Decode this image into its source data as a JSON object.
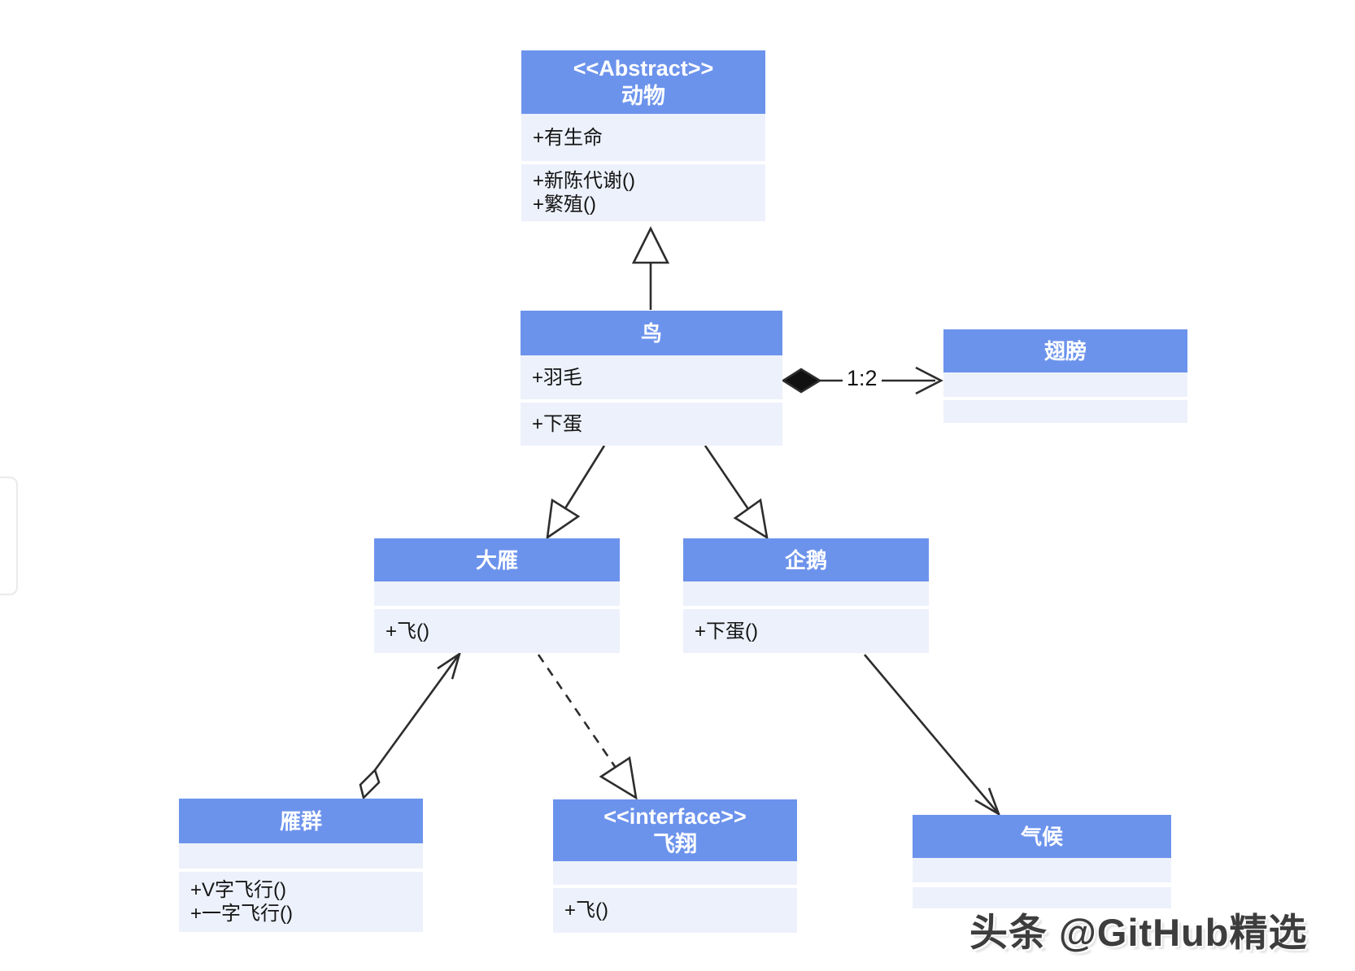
{
  "colors": {
    "class_header": "#6C93EC",
    "class_body": "#EDF1FB",
    "connector_line": "#2D2D2D"
  },
  "nodes": {
    "animal": {
      "stereotype": "<<Abstract>>",
      "name": "动物",
      "attr1": "+有生命",
      "m1": "+新陈代谢()",
      "m2": "+繁殖()"
    },
    "bird": {
      "name": "鸟",
      "row1": "+羽毛",
      "row2": "+下蛋"
    },
    "wings": {
      "name": "翅膀"
    },
    "goose": {
      "name": "大雁",
      "m1": "+飞()"
    },
    "penguin": {
      "name": "企鹅",
      "m1": "+下蛋()"
    },
    "flock": {
      "name": "雁群",
      "m1": "+V字飞行()",
      "m2": "+一字飞行()"
    },
    "fly": {
      "stereotype": "<<interface>>",
      "name": "飞翔",
      "m1": "+飞()"
    },
    "climate": {
      "name": "气候"
    }
  },
  "edges": {
    "multiplicity": "1:2"
  },
  "watermark": {
    "text": "头条 @GitHub精选"
  }
}
